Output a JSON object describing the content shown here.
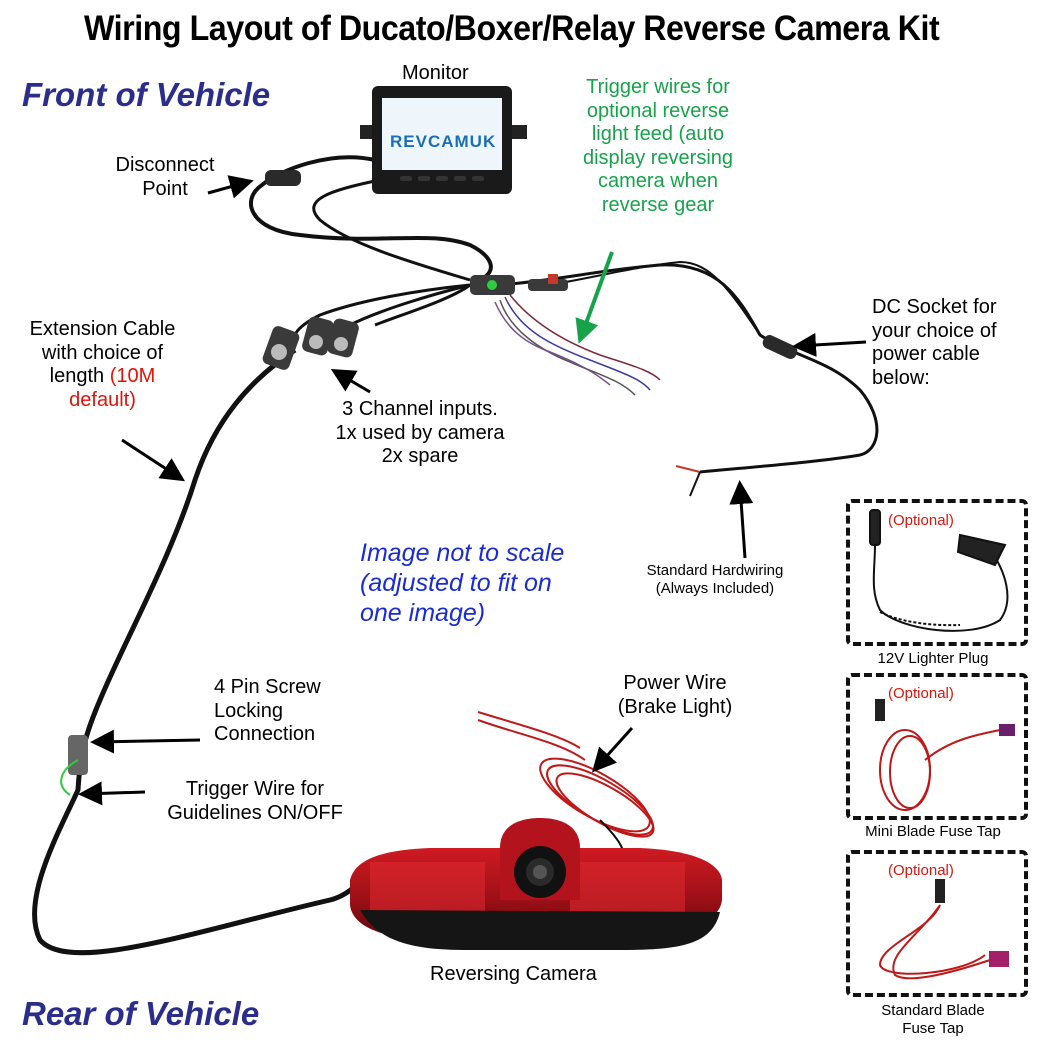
{
  "title": "Wiring Layout of Ducato/Boxer/Relay Reverse Camera Kit",
  "front_label": "Front of Vehicle",
  "rear_label": "Rear of Vehicle",
  "monitor": {
    "label": "Monitor",
    "brand": "REVCAMUK"
  },
  "disconnect": {
    "line1": "Disconnect",
    "line2": "Point"
  },
  "trigger_reverse": [
    "Trigger wires for",
    "optional reverse",
    "light feed (auto",
    "display reversing",
    "camera when",
    "reverse gear"
  ],
  "extension": {
    "line1": "Extension Cable",
    "line2": "with choice of",
    "line3_prefix": "length ",
    "line3_red": "(10M",
    "line4_red": "default)"
  },
  "channels": [
    "3 Channel inputs.",
    "1x used by camera",
    "2x spare"
  ],
  "dc_socket": [
    "DC Socket for",
    "your choice of",
    "power cable",
    "below:"
  ],
  "note": [
    "Image not to scale",
    "(adjusted to fit on",
    "one image)"
  ],
  "hardwiring": {
    "line1": "Standard Hardwiring",
    "line2": "(Always Included)"
  },
  "screw_lock": [
    "4 Pin Screw",
    "Locking",
    "Connection"
  ],
  "trigger_guidelines": [
    "Trigger Wire for",
    "Guidelines ON/OFF"
  ],
  "power_wire": [
    "Power Wire",
    "(Brake Light)"
  ],
  "camera_label": "Reversing Camera",
  "options": [
    {
      "tag": "(Optional)",
      "caption": "12V Lighter Plug"
    },
    {
      "tag": "(Optional)",
      "caption": "Mini Blade Fuse Tap"
    },
    {
      "tag": "(Optional)",
      "caption_line1": "Standard Blade",
      "caption_line2": "Fuse Tap"
    }
  ],
  "colors": {
    "title_navy": "#2a2d8a",
    "green": "#17a34a",
    "red": "#e3120b",
    "blue": "#1a2bd6",
    "camera_red": "#b0121c"
  }
}
